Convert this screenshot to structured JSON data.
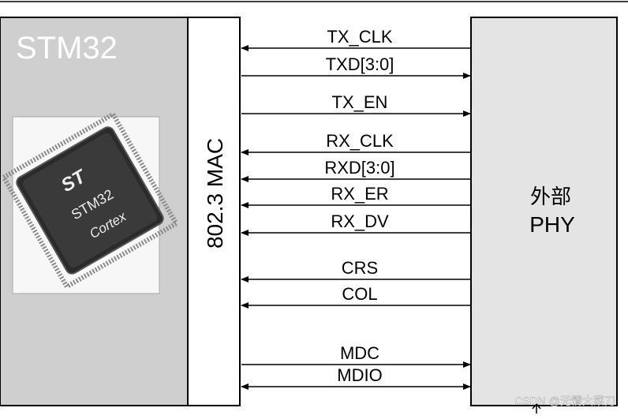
{
  "stm32": {
    "title": "STM32",
    "chip_logo": "ST",
    "chip_brand": "STM32",
    "chip_core": "Cortex"
  },
  "mac": {
    "label": "802.3 MAC"
  },
  "phy": {
    "label_line1": "外部",
    "label_line2": "PHY"
  },
  "signals": [
    {
      "name": "TX_CLK",
      "direction": "phy-to-mac"
    },
    {
      "name": "TXD[3:0]",
      "direction": "mac-to-phy"
    },
    {
      "name": "TX_EN",
      "direction": "mac-to-phy"
    },
    {
      "name": "RX_CLK",
      "direction": "phy-to-mac"
    },
    {
      "name": "RXD[3:0]",
      "direction": "phy-to-mac"
    },
    {
      "name": "RX_ER",
      "direction": "phy-to-mac"
    },
    {
      "name": "RX_DV",
      "direction": "phy-to-mac"
    },
    {
      "name": "CRS",
      "direction": "phy-to-mac"
    },
    {
      "name": "COL",
      "direction": "phy-to-mac"
    },
    {
      "name": "MDC",
      "direction": "mac-to-phy"
    },
    {
      "name": "MDIO",
      "direction": "bidirectional"
    }
  ],
  "watermark": "CSDN @无情大菜刀",
  "colors": {
    "stm32_fill": "#cfcfcf",
    "phy_fill": "#e4e4e4",
    "line": "#000000",
    "title_text": "#ffffff"
  }
}
